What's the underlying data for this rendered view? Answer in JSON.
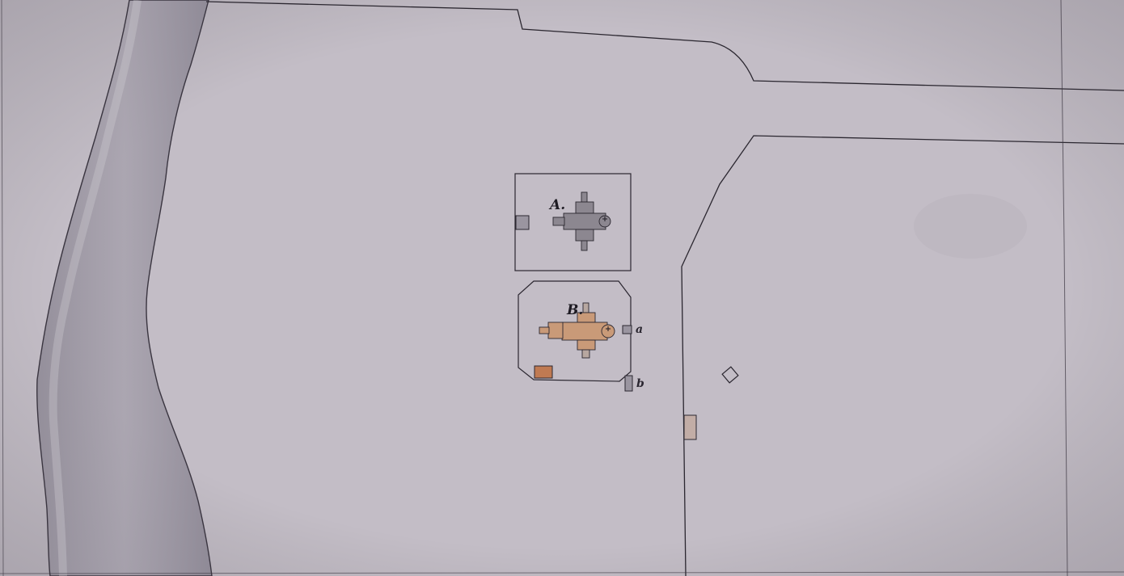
{
  "map": {
    "paper_color": "#c3bdc6",
    "ink_color": "#2b2730",
    "river_shade_color": "#8f8a96",
    "plan_a_color": "#8c8790",
    "plan_b_color": "#c99a78",
    "outbuilding_color": "#c07a52",
    "labels": {
      "plan_a": "A.",
      "plan_b": "B.",
      "marker_a": "a",
      "marker_b": "b"
    }
  }
}
